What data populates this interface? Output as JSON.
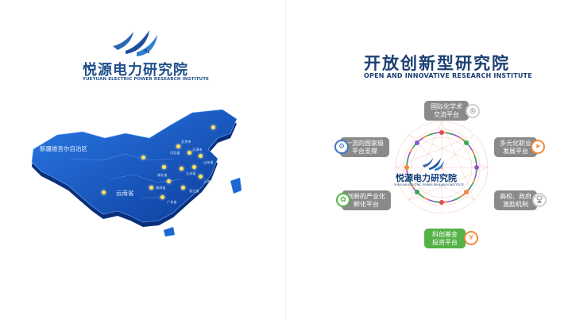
{
  "brand": {
    "name_cn": "悦源电力研究院",
    "name_en": "YUEYUAN ELECTRIC POWER RESEARCH INSTITUTE"
  },
  "map": {
    "region_label": "新疆维吾尔自治区",
    "label_yunnan": "云南省",
    "small_labels": [
      "北京市",
      "天津市",
      "河北省",
      "山东省",
      "江苏省",
      "上海市",
      "浙江省",
      "湖北省",
      "湖南省",
      "广东省"
    ]
  },
  "right": {
    "title_cn": "开放创新型研究院",
    "title_en": "OPEN AND INNOVATIVE RESEARCH INSTITUTE",
    "center_name": "悦源电力研究院",
    "center_sub": "YUEYUAN ELECTRIC POWER RESEARCH INSTITUTE",
    "platforms": {
      "top": "国际化学术\n交流平台",
      "left_upper": "一流的国家级\n平台支撑",
      "right_upper": "多元化职业\n发展平台",
      "left_lower": "创新的产业化\n孵化平台",
      "right_lower": "高校、政府\n激励机制",
      "bottom": "科创基金\n投资平台"
    }
  },
  "colors": {
    "brand_blue": "#1f4f8a",
    "map_blue": "#1f67c8",
    "gray_box": "#8a8a8a",
    "green_box": "#55b247"
  }
}
